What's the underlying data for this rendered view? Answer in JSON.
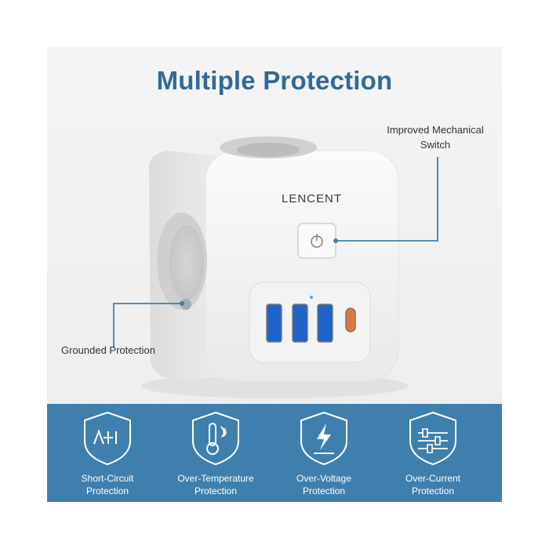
{
  "title": "Multiple Protection",
  "brand": "LENCENT",
  "callouts": {
    "switch_line1": "Improved Mechanical",
    "switch_line2": "Switch",
    "grounded": "Grounded Protection"
  },
  "features": [
    {
      "icon": "short-circuit-icon",
      "line1": "Short-Circuit",
      "line2": "Protection"
    },
    {
      "icon": "over-temperature-icon",
      "line1": "Over-Temperature",
      "line2": "Protection"
    },
    {
      "icon": "over-voltage-icon",
      "line1": "Over-Voltage",
      "line2": "Protection"
    },
    {
      "icon": "over-current-icon",
      "line1": "Over-Current",
      "line2": "Protection"
    }
  ],
  "colors": {
    "title": "#2f6a9a",
    "band": "#3f7fad",
    "usb_a": "#1e63c9",
    "usb_c": "#e0743a"
  }
}
